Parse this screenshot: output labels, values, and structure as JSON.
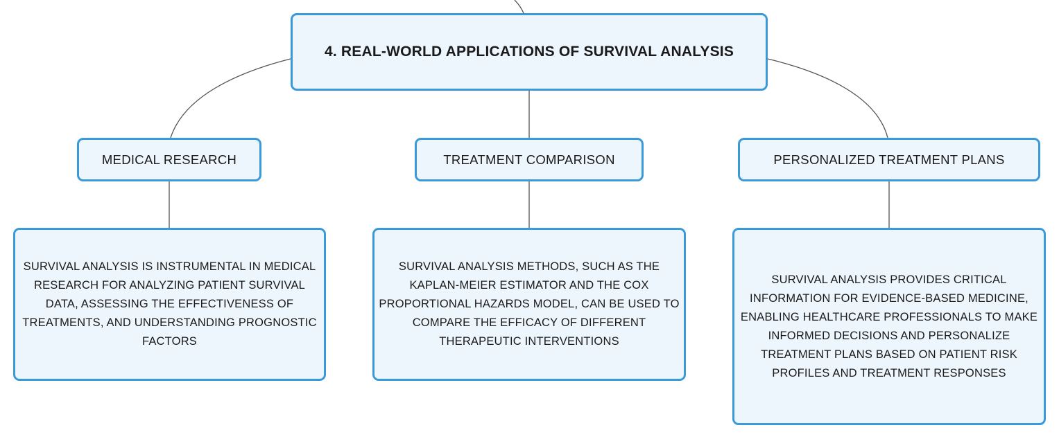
{
  "diagram": {
    "root": {
      "title": "4. REAL-WORLD APPLICATIONS OF SURVIVAL ANALYSIS"
    },
    "branches": [
      {
        "label": "MEDICAL RESEARCH",
        "description": "SURVIVAL ANALYSIS IS INSTRUMENTAL IN MEDICAL RESEARCH FOR ANALYZING PATIENT SURVIVAL DATA, ASSESSING THE EFFECTIVENESS OF TREATMENTS, AND UNDERSTANDING PROGNOSTIC FACTORS"
      },
      {
        "label": "TREATMENT COMPARISON",
        "description": "SURVIVAL ANALYSIS METHODS, SUCH AS THE KAPLAN-MEIER ESTIMATOR AND THE COX PROPORTIONAL HAZARDS MODEL, CAN BE USED TO COMPARE THE EFFICACY OF DIFFERENT THERAPEUTIC INTERVENTIONS"
      },
      {
        "label": "PERSONALIZED TREATMENT PLANS",
        "description": "SURVIVAL ANALYSIS PROVIDES CRITICAL INFORMATION FOR EVIDENCE-BASED MEDICINE, ENABLING HEALTHCARE PROFESSIONALS TO MAKE INFORMED DECISIONS AND PERSONALIZE TREATMENT PLANS BASED ON PATIENT RISK PROFILES AND TREATMENT RESPONSES"
      }
    ],
    "colors": {
      "node_border": "#3a9ad9",
      "node_fill": "#eef6fd",
      "connector": "#555555",
      "text": "#1a1a1a"
    }
  }
}
